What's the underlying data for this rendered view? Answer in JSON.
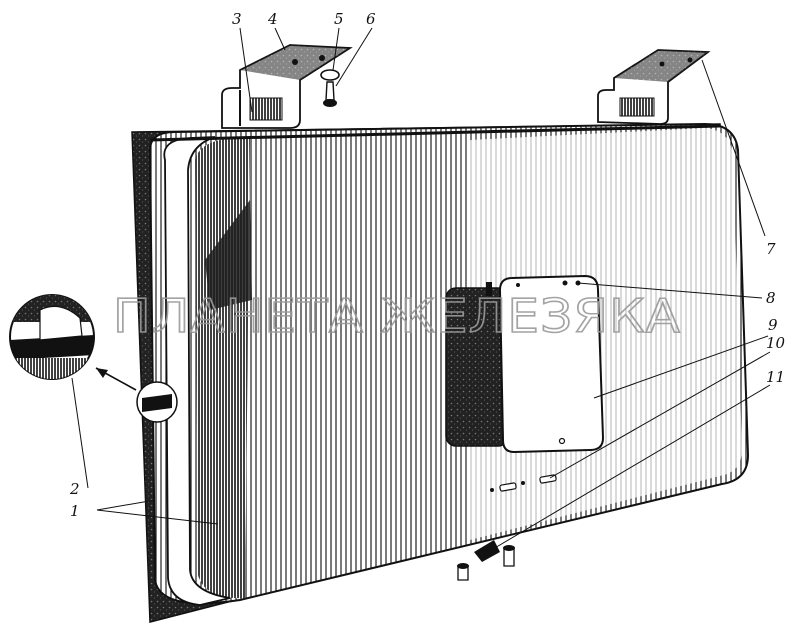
{
  "diagram": {
    "callouts": [
      "1",
      "2",
      "3",
      "4",
      "5",
      "6",
      "7",
      "8",
      "9",
      "10",
      "11"
    ]
  },
  "watermark": "ПЛАНЕТА ЖЕЛЕЗЯКА",
  "colors": {
    "ink": "#111111",
    "paper": "#ffffff",
    "dark_fill": "#2a2a2a",
    "watermark": "#9a9a9a"
  },
  "icons": [
    "bracket-icon",
    "bolt-icon",
    "rivet-icon",
    "magnifier-detail-icon"
  ]
}
